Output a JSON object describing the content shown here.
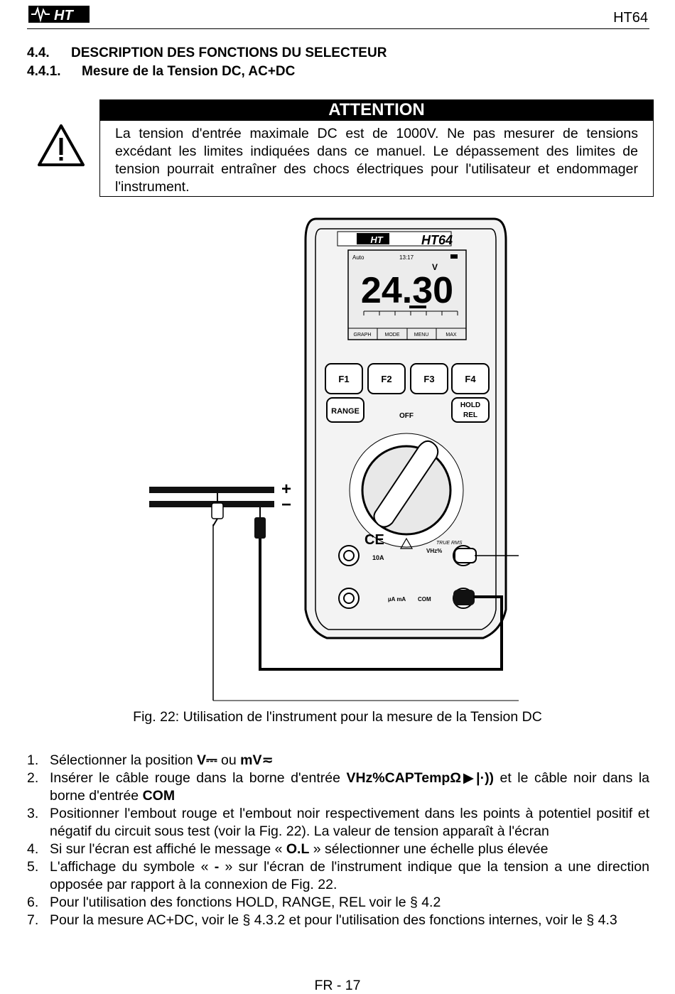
{
  "header": {
    "logo_text": "HT",
    "model": "HT64"
  },
  "sections": {
    "s1_num": "4.4.",
    "s1_title": "DESCRIPTION DES FONCTIONS DU SELECTEUR",
    "s2_num": "4.4.1.",
    "s2_title": "Mesure de la Tension DC, AC+DC"
  },
  "warning": {
    "title": "ATTENTION",
    "text": "La tension d'entrée maximale DC est de 1000V. Ne pas mesurer de tensions excédant les limites indiquées dans ce manuel. Le dépassement des limites de tension pourrait entraîner des chocs électriques pour l'utilisateur et endommager l'instrument."
  },
  "figure": {
    "display_auto": "Auto",
    "display_time": "13:17",
    "display_value": "24.30",
    "display_unit": "V",
    "softkeys": [
      "GRAPH",
      "MODE",
      "MENU",
      "MAX"
    ],
    "fkeys": [
      "F1",
      "F2",
      "F3",
      "F4"
    ],
    "range_btn": "RANGE",
    "hold_btn": "HOLD",
    "rel_btn": "REL",
    "off_label": "OFF",
    "brand_model": "HT64",
    "jack_10a": "10A",
    "jack_ua": "µA mA",
    "jack_com": "COM",
    "jack_v": "VHz%",
    "true_rms": "TRUE RMS",
    "plus": "+",
    "minus": "−"
  },
  "caption": "Fig. 22: Utilisation de l'instrument pour la mesure de la Tension DC",
  "steps": [
    {
      "n": "1.",
      "a": "Sélectionner la position ",
      "b": "V",
      "c": " ou ",
      "d": "mV"
    },
    {
      "n": "2.",
      "a": "Insérer le câble rouge dans la borne d'entrée ",
      "b": "VHz%CAPTempΩ",
      "c": " et le câble noir dans la borne d'entrée ",
      "d": "COM"
    },
    {
      "n": "3.",
      "a": "Positionner l'embout rouge et l'embout noir respectivement dans les points à potentiel positif et négatif du circuit sous test (voir la Fig. 22). La valeur de tension apparaît à l'écran"
    },
    {
      "n": "4.",
      "a": "Si sur l'écran est affiché le message « ",
      "b": "O.L",
      "c": " » sélectionner une échelle plus élevée"
    },
    {
      "n": "5.",
      "a": "L'affichage du symbole « ",
      "b": "-",
      "c": " » sur l'écran de l'instrument indique que la tension a une direction opposée par rapport à la connexion de Fig. 22."
    },
    {
      "n": "6.",
      "a": "Pour l'utilisation des fonctions HOLD, RANGE, REL voir le § 4.2"
    },
    {
      "n": "7.",
      "a": "Pour la mesure AC+DC, voir le § 4.3.2 et pour l'utilisation des fonctions internes, voir le § 4.3"
    }
  ],
  "footer": "FR - 17"
}
